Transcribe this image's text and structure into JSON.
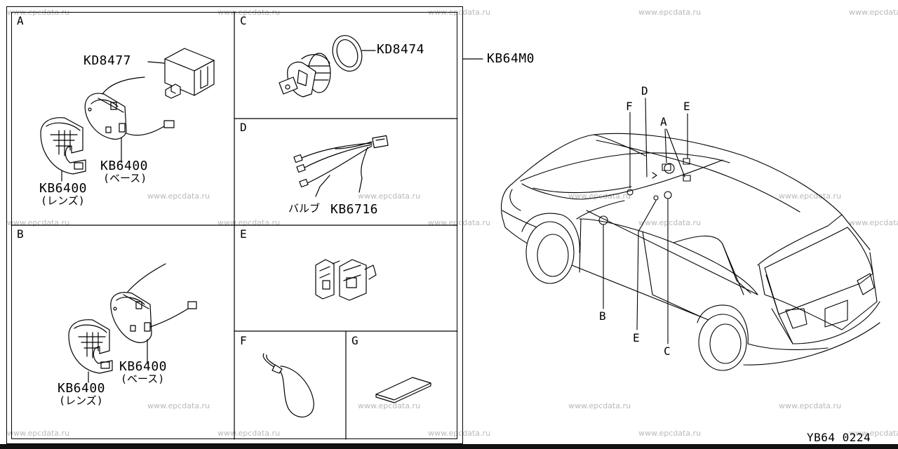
{
  "watermark": "www.epcdata.ru",
  "sections": {
    "A": {
      "letter": "A",
      "parts": [
        "KD8477",
        "KB6400",
        "(ベース)",
        "KB6400",
        "(レンズ)"
      ]
    },
    "B": {
      "letter": "B",
      "parts": [
        "KB6400",
        "(ベース)",
        "KB6400",
        "(レンズ)"
      ]
    },
    "C": {
      "letter": "C",
      "parts": [
        "KD8474"
      ]
    },
    "D": {
      "letter": "D",
      "parts": [
        "バルブ",
        "KB6716"
      ]
    },
    "E": {
      "letter": "E"
    },
    "F": {
      "letter": "F"
    },
    "G": {
      "letter": "G"
    }
  },
  "assembly_code": "KB64M0",
  "vehicle_callouts": [
    "D",
    "F",
    "E",
    "A",
    "B",
    "E",
    "C"
  ],
  "diagram_code": "YB64 0224"
}
